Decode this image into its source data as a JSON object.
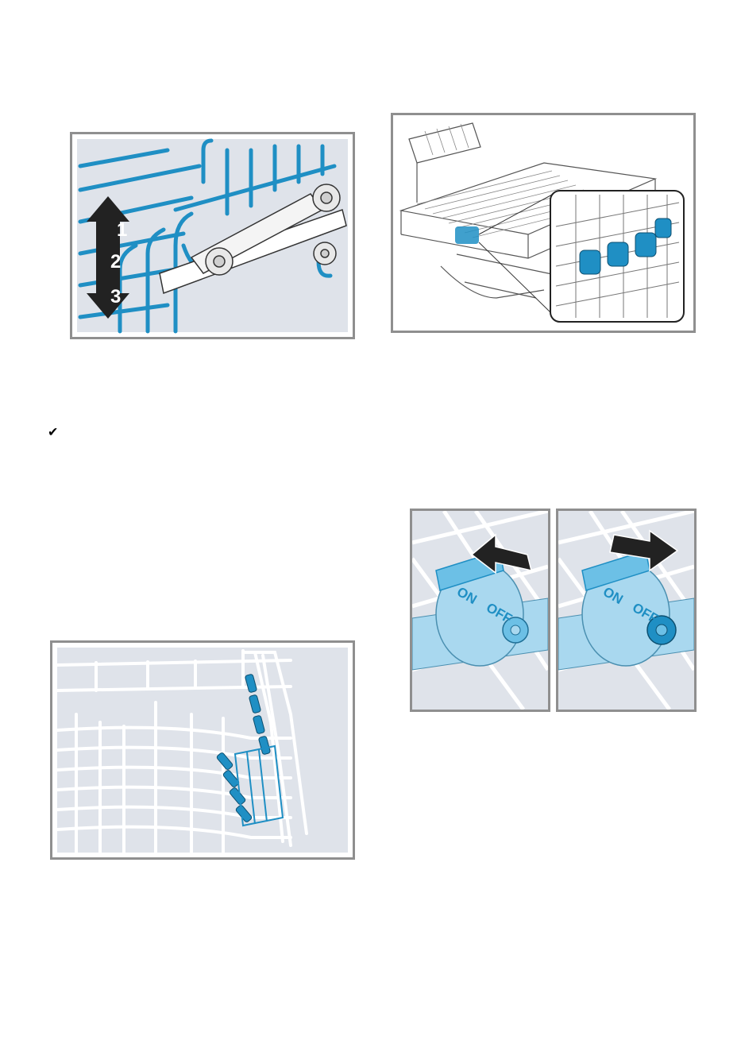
{
  "figures": {
    "rack_height": {
      "numbers": [
        "1",
        "2",
        "3"
      ]
    },
    "dosing_switch_on": {
      "on_label": "ON",
      "off_label": "OFF"
    },
    "dosing_switch_off": {
      "on_label": "ON",
      "off_label": "OFF"
    }
  },
  "list_marker": "✔",
  "colors": {
    "accent_blue": "#1f8fc4",
    "light_blue": "#a9d8ef",
    "panel_bg": "#dfe3ea",
    "frame": "#8f8f8f",
    "wire": "#ffffff",
    "arrow": "#222222"
  }
}
